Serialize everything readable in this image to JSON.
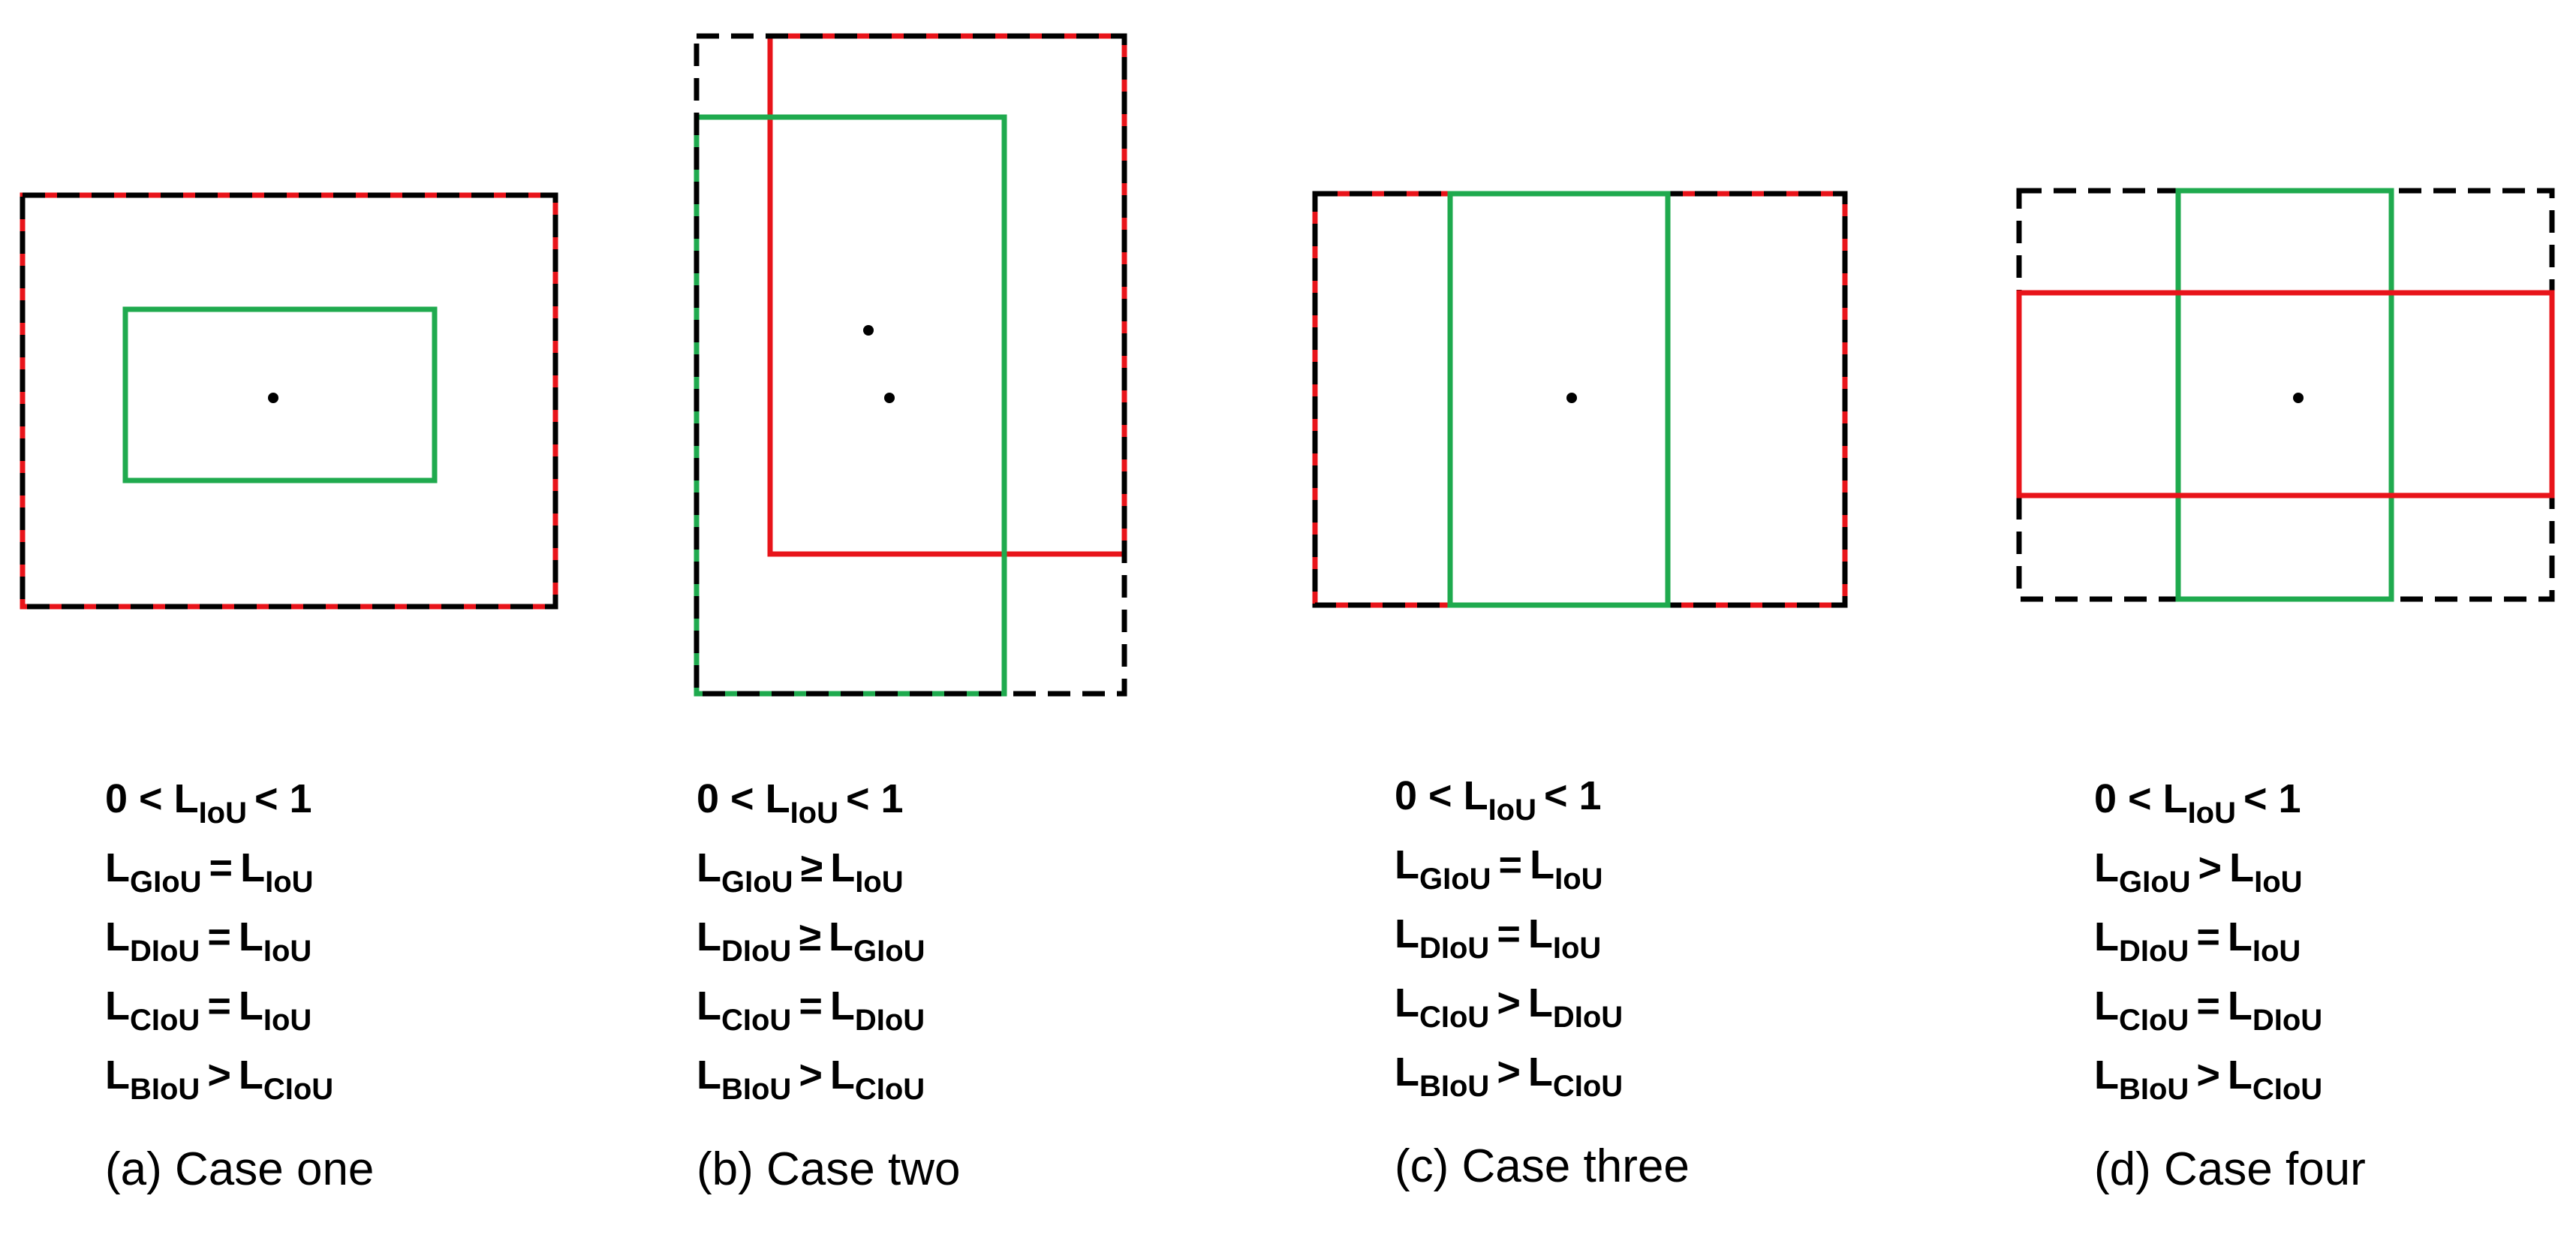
{
  "colors": {
    "ground_truth": "#e8141a",
    "prediction": "#1faa4e",
    "enclosing": "#000000",
    "center_point": "#000000"
  },
  "panels": [
    {
      "id": "a",
      "caption": "(a) Case one",
      "relations": [
        {
          "lhs": "0 < L",
          "lhs_sub": "IoU",
          "op": "< 1",
          "rhs": "",
          "rhs_sub": ""
        },
        {
          "lhs": "L",
          "lhs_sub": "GIoU",
          "op": "=",
          "rhs": "L",
          "rhs_sub": "IoU"
        },
        {
          "lhs": "L",
          "lhs_sub": "DIoU",
          "op": "=",
          "rhs": "L",
          "rhs_sub": "IoU"
        },
        {
          "lhs": "L",
          "lhs_sub": "CIoU",
          "op": "=",
          "rhs": "L",
          "rhs_sub": "IoU"
        },
        {
          "lhs": "L",
          "lhs_sub": "BIoU",
          "op": ">",
          "rhs": "L",
          "rhs_sub": "CIoU"
        }
      ]
    },
    {
      "id": "b",
      "caption": "(b) Case two",
      "relations": [
        {
          "lhs": "0 < L",
          "lhs_sub": "IoU",
          "op": "< 1",
          "rhs": "",
          "rhs_sub": ""
        },
        {
          "lhs": "L",
          "lhs_sub": "GIoU",
          "op": "≥",
          "rhs": "L",
          "rhs_sub": "IoU"
        },
        {
          "lhs": "L",
          "lhs_sub": "DIoU",
          "op": "≥",
          "rhs": "L",
          "rhs_sub": "GIoU"
        },
        {
          "lhs": "L",
          "lhs_sub": "CIoU",
          "op": "=",
          "rhs": "L",
          "rhs_sub": "DIoU"
        },
        {
          "lhs": "L",
          "lhs_sub": "BIoU",
          "op": ">",
          "rhs": "L",
          "rhs_sub": "CIoU"
        }
      ]
    },
    {
      "id": "c",
      "caption": "(c) Case three",
      "relations": [
        {
          "lhs": "0 < L",
          "lhs_sub": "IoU",
          "op": "< 1",
          "rhs": "",
          "rhs_sub": ""
        },
        {
          "lhs": "L",
          "lhs_sub": "GIoU",
          "op": "=",
          "rhs": "L",
          "rhs_sub": "IoU"
        },
        {
          "lhs": "L",
          "lhs_sub": "DIoU",
          "op": "=",
          "rhs": "L",
          "rhs_sub": "IoU"
        },
        {
          "lhs": "L",
          "lhs_sub": "CIoU",
          "op": ">",
          "rhs": "L",
          "rhs_sub": "DIoU"
        },
        {
          "lhs": "L",
          "lhs_sub": "BIoU",
          "op": ">",
          "rhs": "L",
          "rhs_sub": "CIoU"
        }
      ]
    },
    {
      "id": "d",
      "caption": "(d) Case four",
      "relations": [
        {
          "lhs": "0 < L",
          "lhs_sub": "IoU",
          "op": "< 1",
          "rhs": "",
          "rhs_sub": ""
        },
        {
          "lhs": "L",
          "lhs_sub": "GIoU",
          "op": ">",
          "rhs": "L",
          "rhs_sub": "IoU"
        },
        {
          "lhs": "L",
          "lhs_sub": "DIoU",
          "op": "=",
          "rhs": "L",
          "rhs_sub": "IoU"
        },
        {
          "lhs": "L",
          "lhs_sub": "CIoU",
          "op": "=",
          "rhs": "L",
          "rhs_sub": "DIoU"
        },
        {
          "lhs": "L",
          "lhs_sub": "BIoU",
          "op": ">",
          "rhs": "L",
          "rhs_sub": "CIoU"
        }
      ]
    }
  ]
}
